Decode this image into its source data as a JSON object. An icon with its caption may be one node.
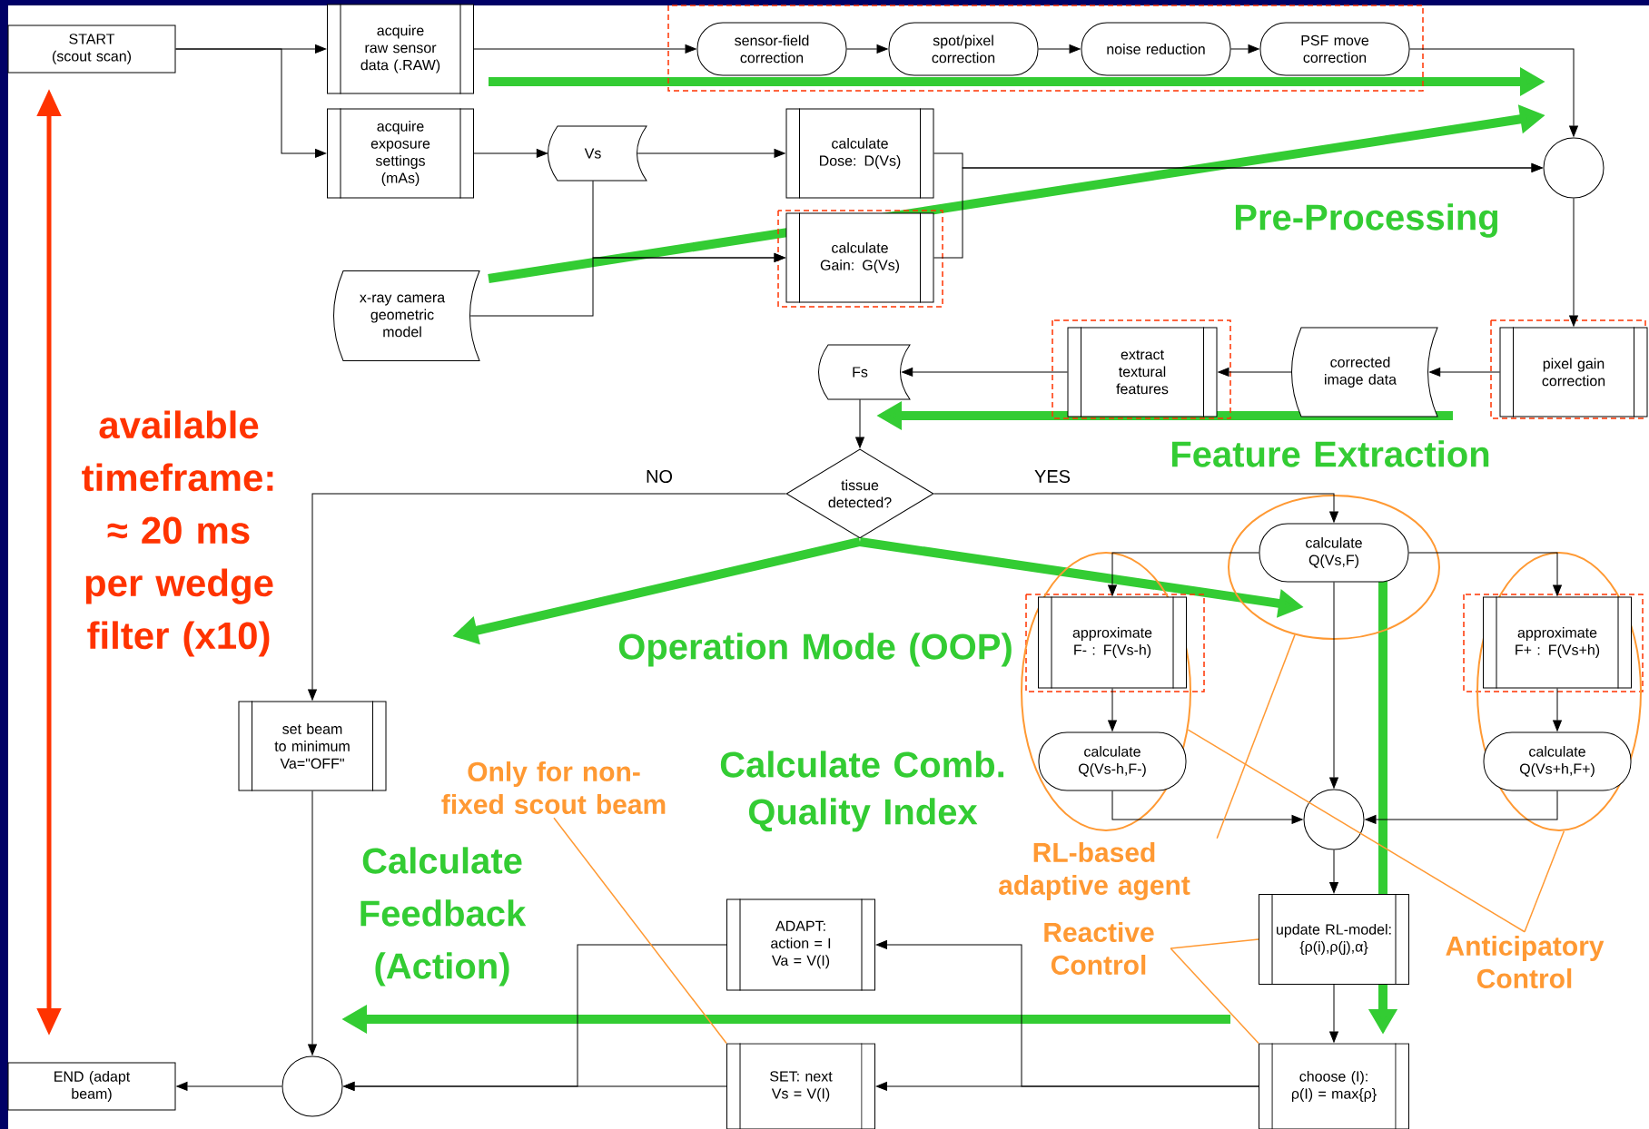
{
  "diagram": {
    "nodes": [
      {
        "text": [
          "START (scout scan)"
        ]
      },
      {
        "text": [
          "acquire raw sensor data (.RAW)"
        ]
      },
      {
        "text": [
          "acquire exposure settings (mAs)"
        ]
      },
      {
        "text": [
          "Vs"
        ]
      },
      {
        "text": [
          "calculate Dose: D(Vs)"
        ]
      },
      {
        "text": [
          "calculate Gain: G(Vs)"
        ]
      },
      {
        "text": [
          "x-ray camera geometric model"
        ]
      },
      {
        "text": [
          "sensor-field correction"
        ]
      },
      {
        "text": [
          "spot/pixel correction"
        ]
      },
      {
        "text": [
          "noise reduction"
        ]
      },
      {
        "text": [
          "PSF move correction"
        ]
      },
      {
        "text": [],
        "shape": "circle"
      },
      {
        "text": [
          "pixel gain correction"
        ]
      },
      {
        "text": [
          "corrected image data"
        ]
      },
      {
        "text": [
          "extract textural features"
        ]
      },
      {
        "text": [
          "Fs"
        ]
      },
      {
        "text": [
          "tissue detected?"
        ]
      },
      {
        "text": [],
        "shape": "ellipse"
      },
      {
        "text": [
          "calculate Q(Vs,F)"
        ],
        "in": 17
      },
      {
        "text": [],
        "shape": "ellipse"
      },
      {
        "text": [
          "approximate F- : F(Vs-h)"
        ],
        "in": 19
      },
      {
        "text": [
          "calculate Q(Vs-h,F-)"
        ],
        "in": 19
      },
      {
        "text": [],
        "shape": "ellipse"
      },
      {
        "text": [
          "approximate F+ : F(Vs+h)"
        ],
        "in": 22
      },
      {
        "text": [
          "calculate Q(Vs+h,F+)"
        ],
        "in": 22
      },
      {
        "text": [],
        "shape": "circle"
      },
      {
        "text": [
          "update RL-model: {ρ(i),ρ(j),α}"
        ]
      },
      {
        "text": [
          "choose (I): ρ(I) = max{ρ}"
        ]
      },
      {
        "text": [
          "set beam to minimum Va=\"OFF\""
        ]
      },
      {
        "text": [
          "ADAPT: action = I Va = V(I)"
        ]
      },
      {
        "text": [
          "SET: next Vs = V(I)"
        ]
      },
      {
        "text": [],
        "shape": "circle"
      },
      {
        "text": [
          "END (adapt beam)"
        ]
      },
      {
        "text": [
          "Only for non-fixed scout beam"
        ]
      },
      {
        "text": [
          "RL-based adaptive agent"
        ]
      },
      {
        "text": [
          "Reactive Control"
        ]
      },
      {
        "text": [
          "Anticipatory Control"
        ]
      }
    ],
    "edges": [
      {
        "from": 0,
        "to": 1,
        "arrow": "to"
      },
      {
        "from": 0,
        "to": 2,
        "arrow": "to"
      },
      {
        "from": 1,
        "to": 7,
        "arrow": "to"
      },
      {
        "from": 7,
        "to": 8,
        "arrow": "to"
      },
      {
        "from": 8,
        "to": 9,
        "arrow": "to"
      },
      {
        "from": 9,
        "to": 10,
        "arrow": "to"
      },
      {
        "from": 10,
        "to": 11,
        "arrow": "to"
      },
      {
        "from": 2,
        "to": 3,
        "arrow": "to"
      },
      {
        "from": 3,
        "to": 4,
        "arrow": "to"
      },
      {
        "from": 3,
        "to": 5,
        "arrow": "to"
      },
      {
        "from": 6,
        "to": 5,
        "arrow": "to"
      },
      {
        "from": 4,
        "to": 11,
        "arrow": "to"
      },
      {
        "from": 5,
        "to": 11,
        "arrow": "to"
      },
      {
        "from": 11,
        "to": 12,
        "arrow": "to"
      },
      {
        "from": 12,
        "to": 13,
        "arrow": "to"
      },
      {
        "from": 13,
        "to": 14,
        "arrow": "to"
      },
      {
        "from": 14,
        "to": 15,
        "arrow": "to"
      },
      {
        "from": 15,
        "to": 16,
        "arrow": "to"
      },
      {
        "from": 16,
        "to": 28,
        "arrow": "to",
        "label": "NO"
      },
      {
        "from": 16,
        "to": 18,
        "arrow": "to",
        "label": "YES"
      },
      {
        "from": 18,
        "to": 20,
        "arrow": "to"
      },
      {
        "from": 18,
        "to": 23,
        "arrow": "to"
      },
      {
        "from": 20,
        "to": 21,
        "arrow": "to"
      },
      {
        "from": 23,
        "to": 24,
        "arrow": "to"
      },
      {
        "from": 18,
        "to": 25,
        "arrow": "to"
      },
      {
        "from": 21,
        "to": 25,
        "arrow": "to"
      },
      {
        "from": 24,
        "to": 25,
        "arrow": "to"
      },
      {
        "from": 25,
        "to": 26,
        "arrow": "to"
      },
      {
        "from": 26,
        "to": 27,
        "arrow": "to"
      },
      {
        "from": 27,
        "to": 30,
        "arrow": "to"
      },
      {
        "from": 27,
        "to": 29,
        "arrow": "to"
      },
      {
        "from": 30,
        "to": 31,
        "arrow": "to"
      },
      {
        "from": 29,
        "to": 31,
        "arrow": "to"
      },
      {
        "from": 28,
        "to": 31,
        "arrow": "to"
      },
      {
        "from": 31,
        "to": 32,
        "arrow": "to"
      },
      {
        "from": 33,
        "to": 30,
        "arrow": "none",
        "color": "#ff9933"
      },
      {
        "from": 34,
        "to": 17,
        "arrow": "none",
        "color": "#ff9933"
      },
      {
        "from": 35,
        "to": 26,
        "arrow": "none",
        "color": "#ff9933"
      },
      {
        "from": 35,
        "to": 27,
        "arrow": "none",
        "color": "#ff9933"
      },
      {
        "from": 36,
        "to": 19,
        "arrow": "none",
        "color": "#ff9933"
      },
      {
        "from": 36,
        "to": 22,
        "arrow": "none",
        "color": "#ff9933"
      }
    ],
    "labels": [
      "Pre-Processing",
      "Feature Extraction",
      "available timeframe: ≈ 20 ms per wedge filter (x10)",
      "Operation Mode (OOP)",
      "Calculate Comb. Quality Index",
      "Calculate Feedback (Action)"
    ]
  }
}
